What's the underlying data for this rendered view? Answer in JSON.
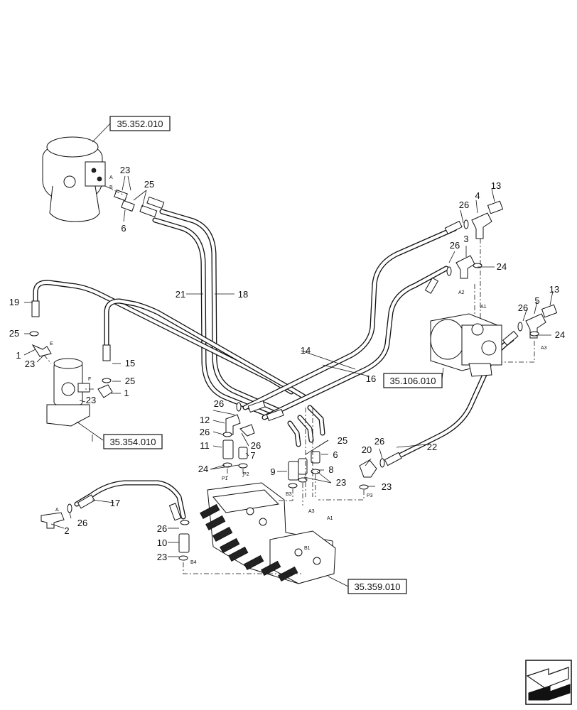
{
  "callouts": {
    "c1a": "1",
    "c1b": "1",
    "c2": "2",
    "c3": "3",
    "c4": "4",
    "c5": "5",
    "c6a": "6",
    "c6b": "6",
    "c7": "7",
    "c8": "8",
    "c9": "9",
    "c10": "10",
    "c11": "11",
    "c12": "12",
    "c13a": "13",
    "c13b": "13",
    "c14": "14",
    "c15": "15",
    "c16": "16",
    "c17": "17",
    "c18": "18",
    "c19": "19",
    "c20": "20",
    "c21": "21",
    "c22": "22",
    "c23a": "23",
    "c23b": "23",
    "c23c": "23",
    "c23d": "23",
    "c23e": "23",
    "c23f": "23",
    "c24a": "24",
    "c24b": "24",
    "c24c": "24",
    "c25a": "25",
    "c25b": "25",
    "c25c": "25",
    "c25d": "25",
    "c26a": "26",
    "c26b": "26",
    "c26c": "26",
    "c26d": "26",
    "c26e": "26",
    "c26f": "26",
    "c26g": "26",
    "c26h": "26"
  },
  "references": {
    "motor_swing": "35.352.010",
    "swivel": "35.354.010",
    "pump": "35.106.010",
    "control_valve": "35.359.010"
  },
  "port_labels": {
    "a_swing": "A",
    "b_swing": "B",
    "e_swivel": "E",
    "f_swivel": "F",
    "a1_pump": "A1",
    "a2_pump": "A2",
    "a3_pump": "A3",
    "p1": "P1",
    "p2": "P2",
    "p3": "P3",
    "b1": "B1",
    "b3": "B3",
    "b4": "B4",
    "a3_valve": "A3",
    "a1_valve": "A1",
    "a_tee": "A"
  },
  "nav_icon": "next-page-arrow-icon"
}
